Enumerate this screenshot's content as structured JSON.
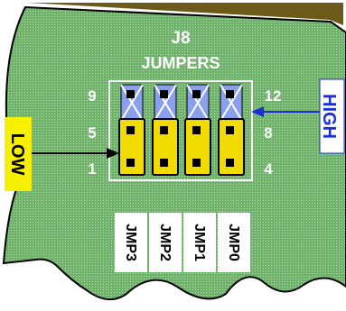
{
  "connector": "J8",
  "header": "JUMPERS",
  "pin_numbers": {
    "top_left": "9",
    "mid_left": "5",
    "bottom_left": "1",
    "top_right": "12",
    "mid_right": "8",
    "bottom_right": "4"
  },
  "callouts": {
    "high": "HIGH",
    "low": "LOW"
  },
  "jumper_labels": [
    "JMP3",
    "JMP2",
    "JMP1",
    "JMP0"
  ],
  "colors": {
    "board": "#6fb36a",
    "board_outline": "#000000",
    "board_shadow": "#6b5a1a",
    "jumper_shunt": "#f2dc00",
    "pin": "#000000",
    "high_pin": "#8aa0ee",
    "high_label_text": "#1a2fd8",
    "low_label_bg": "#f7f000",
    "label_box": "#ffffff"
  }
}
